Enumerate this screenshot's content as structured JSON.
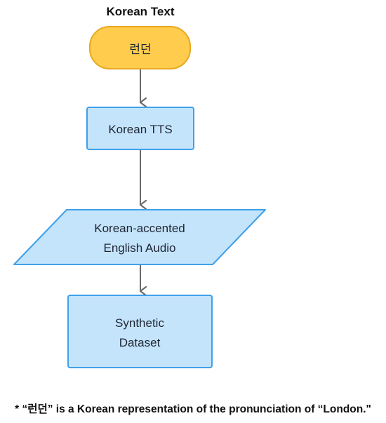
{
  "diagram": {
    "title": "Korean Text",
    "nodes": {
      "input": {
        "label": "런던",
        "shape": "rounded-terminal",
        "fill": "#ffcc4d",
        "stroke": "#e8a820"
      },
      "tts": {
        "label": "Korean TTS",
        "shape": "rectangle",
        "fill": "#c4e4fb",
        "stroke": "#3ea0ea"
      },
      "audio": {
        "label_line1": "Korean-accented",
        "label_line2": "English Audio",
        "shape": "parallelogram",
        "fill": "#c4e4fb",
        "stroke": "#3ea0ea"
      },
      "dataset": {
        "label_line1": "Synthetic",
        "label_line2": "Dataset",
        "shape": "rectangle",
        "fill": "#c4e4fb",
        "stroke": "#3ea0ea"
      }
    },
    "arrow_color": "#6b6b6b"
  },
  "footnote": "* “런던” is a Korean representation of the pronunciation of “London.\""
}
